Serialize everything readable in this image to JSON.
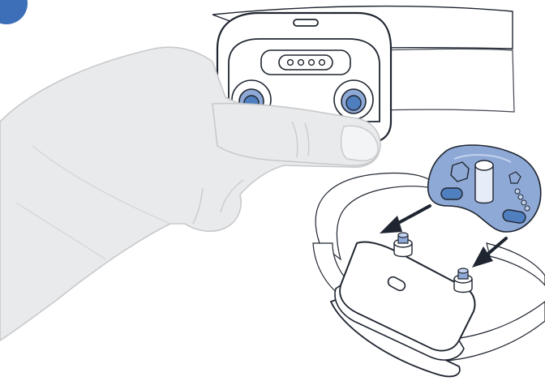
{
  "figure": {
    "colors": {
      "outline": "#1f2530",
      "skin_fill": "#e9eaeb",
      "skin_line": "#c7c9cc",
      "device_fill": "#ffffff",
      "blue_dark": "#4f7fbe",
      "blue_mid": "#8fa9d6",
      "blue_light": "#c3d2ee",
      "strap_fill": "#ffffff",
      "badge_blue": "#3d6fb8"
    },
    "icons": [
      "step-badge",
      "hand-illustration",
      "collar-device",
      "contact-point-shield",
      "arrow-down-left",
      "arrow-down-right"
    ]
  }
}
